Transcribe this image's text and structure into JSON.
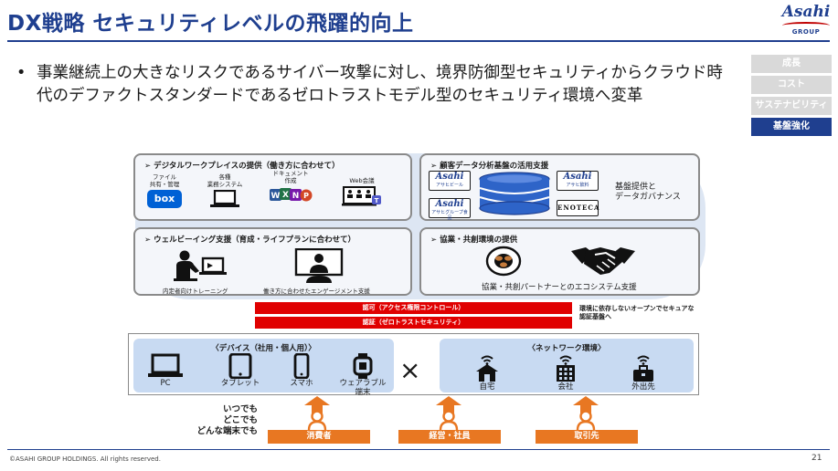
{
  "header": {
    "title": "DX戦略 セキュリティレベルの飛躍的向上",
    "logo_text": "Asahi",
    "logo_sub": "GROUP"
  },
  "side_tags": [
    {
      "label": "成長",
      "active": false
    },
    {
      "label": "コスト",
      "active": false
    },
    {
      "label": "サステナビリティ",
      "active": false
    },
    {
      "label": "基盤強化",
      "active": true
    }
  ],
  "bullet": {
    "marker": "•",
    "text": "事業継続上の大きなリスクであるサイバー攻撃に対し、境界防御型セキュリティからクラウド時代のデファクトスタンダードであるゼロトラストモデル型のセキュリティ環境へ変革"
  },
  "panels": {
    "digital_workplace": {
      "title": "➢ デジタルワークプレイスの提供（働き方に合わせて）",
      "tools": [
        {
          "label": "ファイル\n共有・管理",
          "icon": "box-logo-icon",
          "logo_text": "box"
        },
        {
          "label": "各種\n業務システム",
          "icon": "laptop-icon"
        },
        {
          "label": "ドキュメント\n作成",
          "icon": "office-apps-icon"
        },
        {
          "label": "Web会議",
          "icon": "web-meeting-icon"
        }
      ]
    },
    "customer_data": {
      "title": "➢ 顧客データ分析基盤の活用支援",
      "caption": "基盤提供と\nデータガバナンス",
      "brands": [
        {
          "logo": "Asahi",
          "sub": "アサヒビール"
        },
        {
          "logo": "Asahi",
          "sub": "アサヒ飲料"
        },
        {
          "logo": "Asahi",
          "sub": "アサヒグループ食品"
        },
        {
          "logo": "ENOTECA",
          "sub": ""
        }
      ]
    },
    "wellbeing": {
      "title": "➢ ウェルビーイング支援（育成・ライフプランに合わせて）",
      "captions": [
        "内定者向けトレーニング",
        "働き方に合わせたエンゲージメント支援"
      ]
    },
    "co_creation": {
      "title": "➢ 協業・共創環境の提供",
      "caption": "協業・共創パートナーとのエコシステム支援"
    }
  },
  "bars": {
    "authorization": "認可（アクセス権限コントロール）",
    "authentication": "認証（ゼロトラストセキュリティ）",
    "note": "環境に依存しないオープンでセキュアな\n認証基盤へ"
  },
  "devices": {
    "title": "〈デバイス（社用・個人用）〉",
    "items": [
      {
        "label": "PC",
        "icon": "laptop-icon"
      },
      {
        "label": "タブレット",
        "icon": "tablet-icon"
      },
      {
        "label": "スマホ",
        "icon": "smartphone-icon"
      },
      {
        "label": "ウェアラブル\n端末",
        "icon": "smartwatch-icon"
      }
    ]
  },
  "times_symbol": "×",
  "network": {
    "title": "〈ネットワーク環境〉",
    "items": [
      {
        "label": "自宅",
        "icon": "home-wifi-icon"
      },
      {
        "label": "会社",
        "icon": "office-building-wifi-icon"
      },
      {
        "label": "外出先",
        "icon": "bag-wifi-icon"
      }
    ]
  },
  "anywhere_text": "いつでも\nどこでも\nどんな端末でも",
  "users": [
    {
      "label": "消費者"
    },
    {
      "label": "経営・社員"
    },
    {
      "label": "取引先"
    }
  ],
  "footer": {
    "copyright": "©ASAHI GROUP HOLDINGS. All rights reserved.",
    "page_number": "21"
  },
  "colors": {
    "brand_blue": "#1f3f8f",
    "red_bar": "#e00000",
    "orange": "#e87722",
    "panel_blue": "#c8daf2",
    "cloud": "#dde6f3",
    "tag_gray": "#d9d9d9"
  }
}
